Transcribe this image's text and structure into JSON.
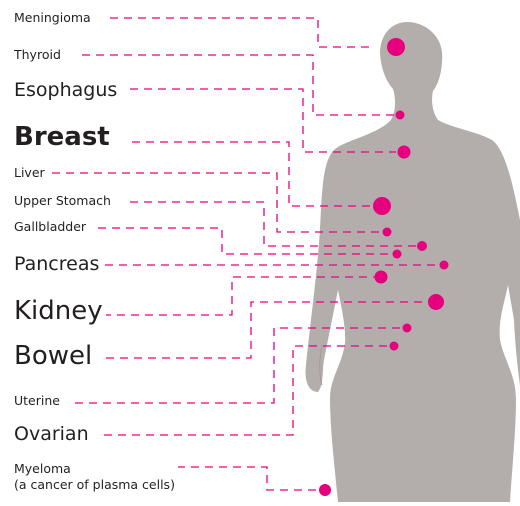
{
  "colors": {
    "accent": "#e6007e",
    "silhouette": "#b3aeac",
    "text": "#231f20"
  },
  "labels": {
    "meningioma": "Meningioma",
    "thyroid": "Thyroid",
    "esophagus": "Esophagus",
    "breast": "Breast",
    "liver": "Liver",
    "upper_stomach": "Upper Stomach",
    "gallbladder": "Gallbladder",
    "pancreas": "Pancreas",
    "kidney": "Kidney",
    "bowel": "Bowel",
    "uterine": "Uterine",
    "ovarian": "Ovarian",
    "myeloma": "Myeloma",
    "myeloma_note": "(a cancer of plasma cells)"
  }
}
